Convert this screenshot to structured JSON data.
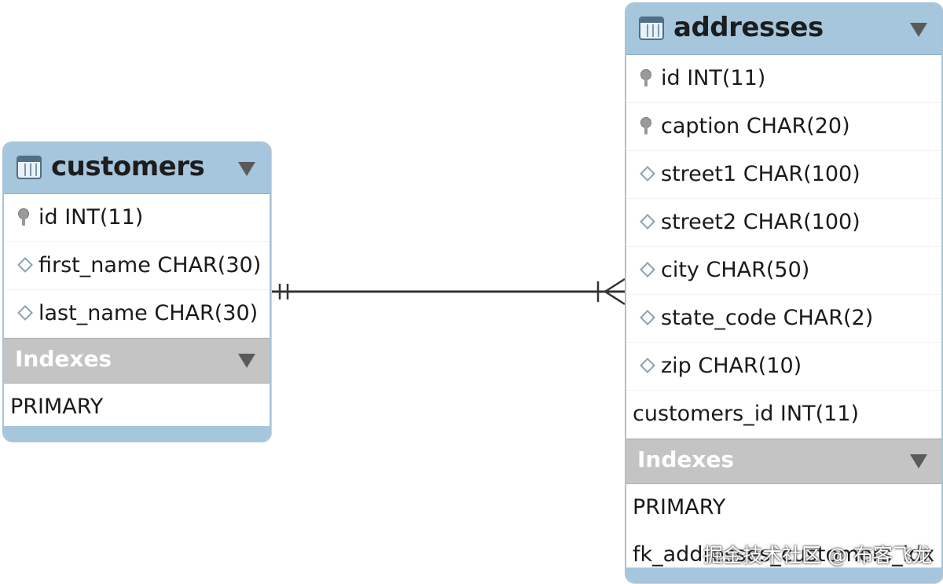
{
  "tables": {
    "customers": {
      "name": "customers",
      "columns": [
        {
          "text": "id INT(11)",
          "icon": "key"
        },
        {
          "text": "first_name CHAR(30)",
          "icon": "diamond"
        },
        {
          "text": "last_name CHAR(30)",
          "icon": "diamond"
        }
      ],
      "indexes_label": "Indexes",
      "indexes": [
        "PRIMARY"
      ]
    },
    "addresses": {
      "name": "addresses",
      "columns": [
        {
          "text": "id INT(11)",
          "icon": "key"
        },
        {
          "text": "caption CHAR(20)",
          "icon": "key"
        },
        {
          "text": "street1 CHAR(100)",
          "icon": "diamond"
        },
        {
          "text": "street2 CHAR(100)",
          "icon": "diamond"
        },
        {
          "text": "city CHAR(50)",
          "icon": "diamond"
        },
        {
          "text": "state_code CHAR(2)",
          "icon": "diamond"
        },
        {
          "text": "zip CHAR(10)",
          "icon": "diamond"
        },
        {
          "text": "customers_id INT(11)",
          "icon": "none"
        }
      ],
      "indexes_label": "Indexes",
      "indexes": [
        "PRIMARY",
        "fk_addresses_customers_idx"
      ]
    }
  },
  "relationship": {
    "from": "customers",
    "to": "addresses",
    "from_cardinality": "one-and-only-one",
    "to_cardinality": "one-or-many"
  },
  "watermark": "掘金技术社区 @ 布客飞龙",
  "colors": {
    "header": "#a6c6dd",
    "index_header": "#c4c4c4",
    "border": "#a9c3d6"
  }
}
